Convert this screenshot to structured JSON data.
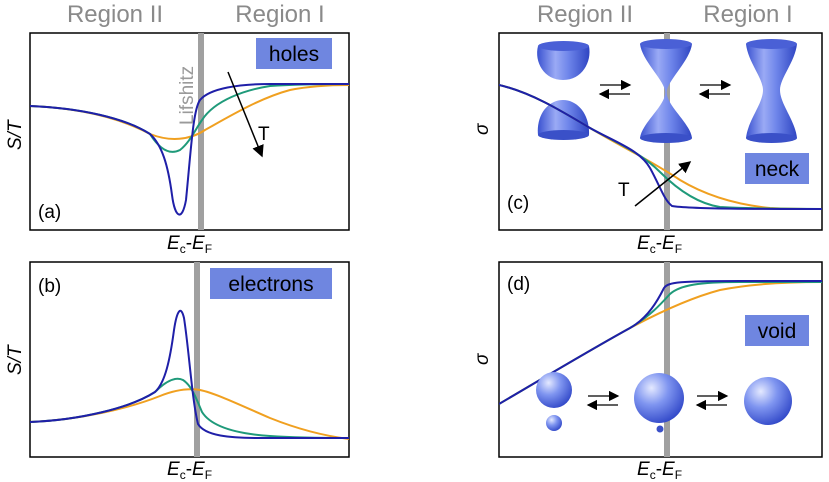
{
  "header": {
    "left_region2": "Region II",
    "left_region1": "Region I",
    "right_region2": "Region II",
    "right_region1": "Region I"
  },
  "panels": {
    "a": {
      "label": "(a)",
      "tag": "holes",
      "ylabel": "S/T",
      "xlabel_main": "E",
      "xlabel_sub1": "c",
      "xlabel_sub2": "F",
      "divider": "Lifshitz",
      "arrow_label": "T"
    },
    "b": {
      "label": "(b)",
      "tag": "electrons",
      "ylabel": "S/T",
      "xlabel_main": "E",
      "xlabel_sub1": "c",
      "xlabel_sub2": "F"
    },
    "c": {
      "label": "(c)",
      "tag": "neck",
      "ylabel": "σ",
      "xlabel_main": "E",
      "xlabel_sub1": "c",
      "xlabel_sub2": "F",
      "arrow_label": "T"
    },
    "d": {
      "label": "(d)",
      "tag": "void",
      "ylabel": "σ",
      "xlabel_main": "E",
      "xlabel_sub1": "c",
      "xlabel_sub2": "F"
    }
  },
  "colors": {
    "low_T": "#1f1fa8",
    "mid_T": "#1f9a7a",
    "high_T": "#f0a020",
    "divider": "#a0a0a0",
    "tag_bg": "#6f86e0",
    "header_text": "#8a8a8a"
  }
}
